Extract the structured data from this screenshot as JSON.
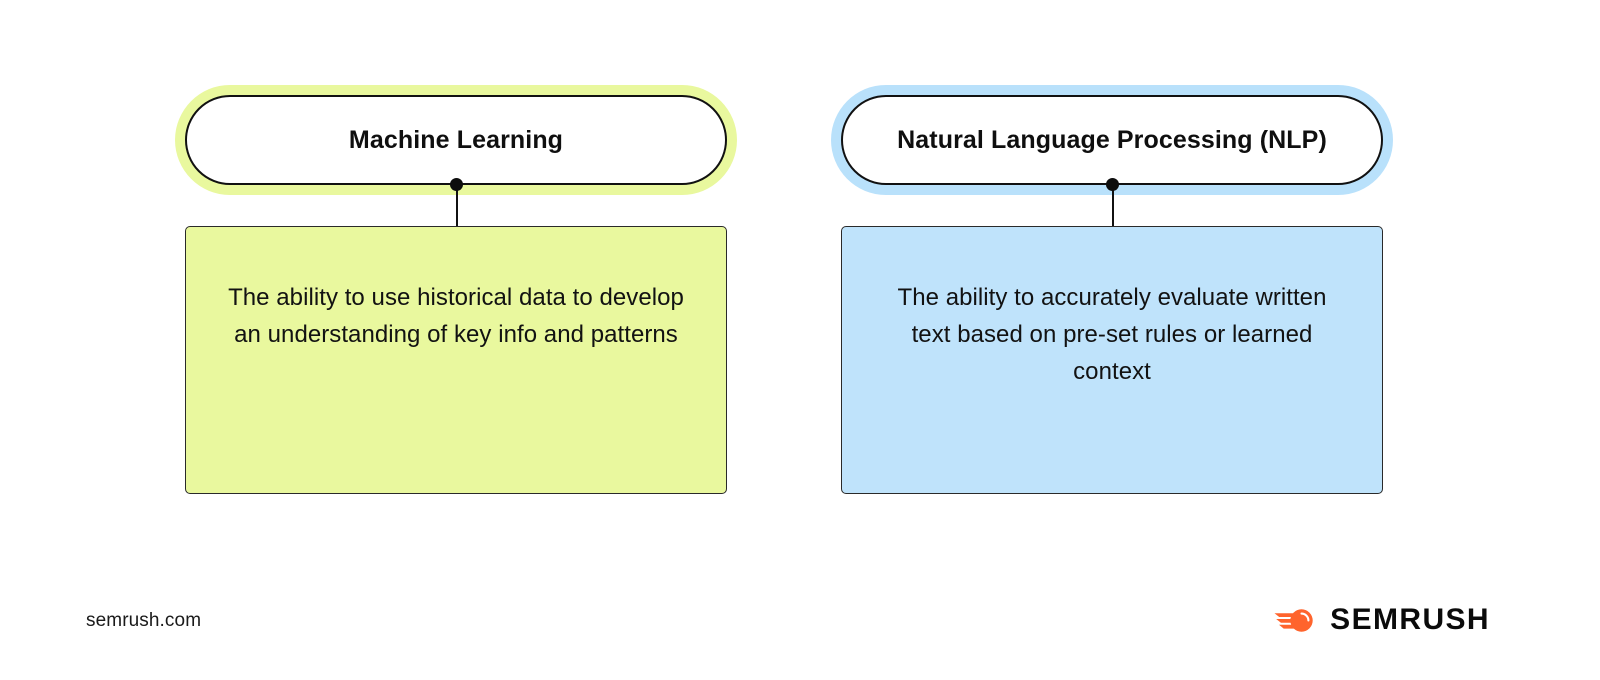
{
  "theme": {
    "background": "#ffffff",
    "ink": "#111111",
    "ml_fill": "#e9f89e",
    "ml_halo": "#e9f89e",
    "nlp_fill": "#bfe3fb",
    "nlp_halo": "#b9e1fb",
    "brand_orange": "#ff642d"
  },
  "diagram": {
    "type": "concept-cards",
    "concepts": [
      {
        "id": "machine-learning",
        "title": "Machine Learning",
        "description": "The ability to use historical data to develop an understanding of key info and patterns",
        "accent": "#e9f89e"
      },
      {
        "id": "natural-language-processing",
        "title": "Natural Language Processing (NLP)",
        "description": "The ability to accurately evaluate written text based on pre-set rules or learned context",
        "accent": "#bfe3fb"
      }
    ]
  },
  "footer": {
    "url": "semrush.com",
    "brand_name": "SEMRUSH",
    "brand_icon": "semrush-comet-icon"
  }
}
